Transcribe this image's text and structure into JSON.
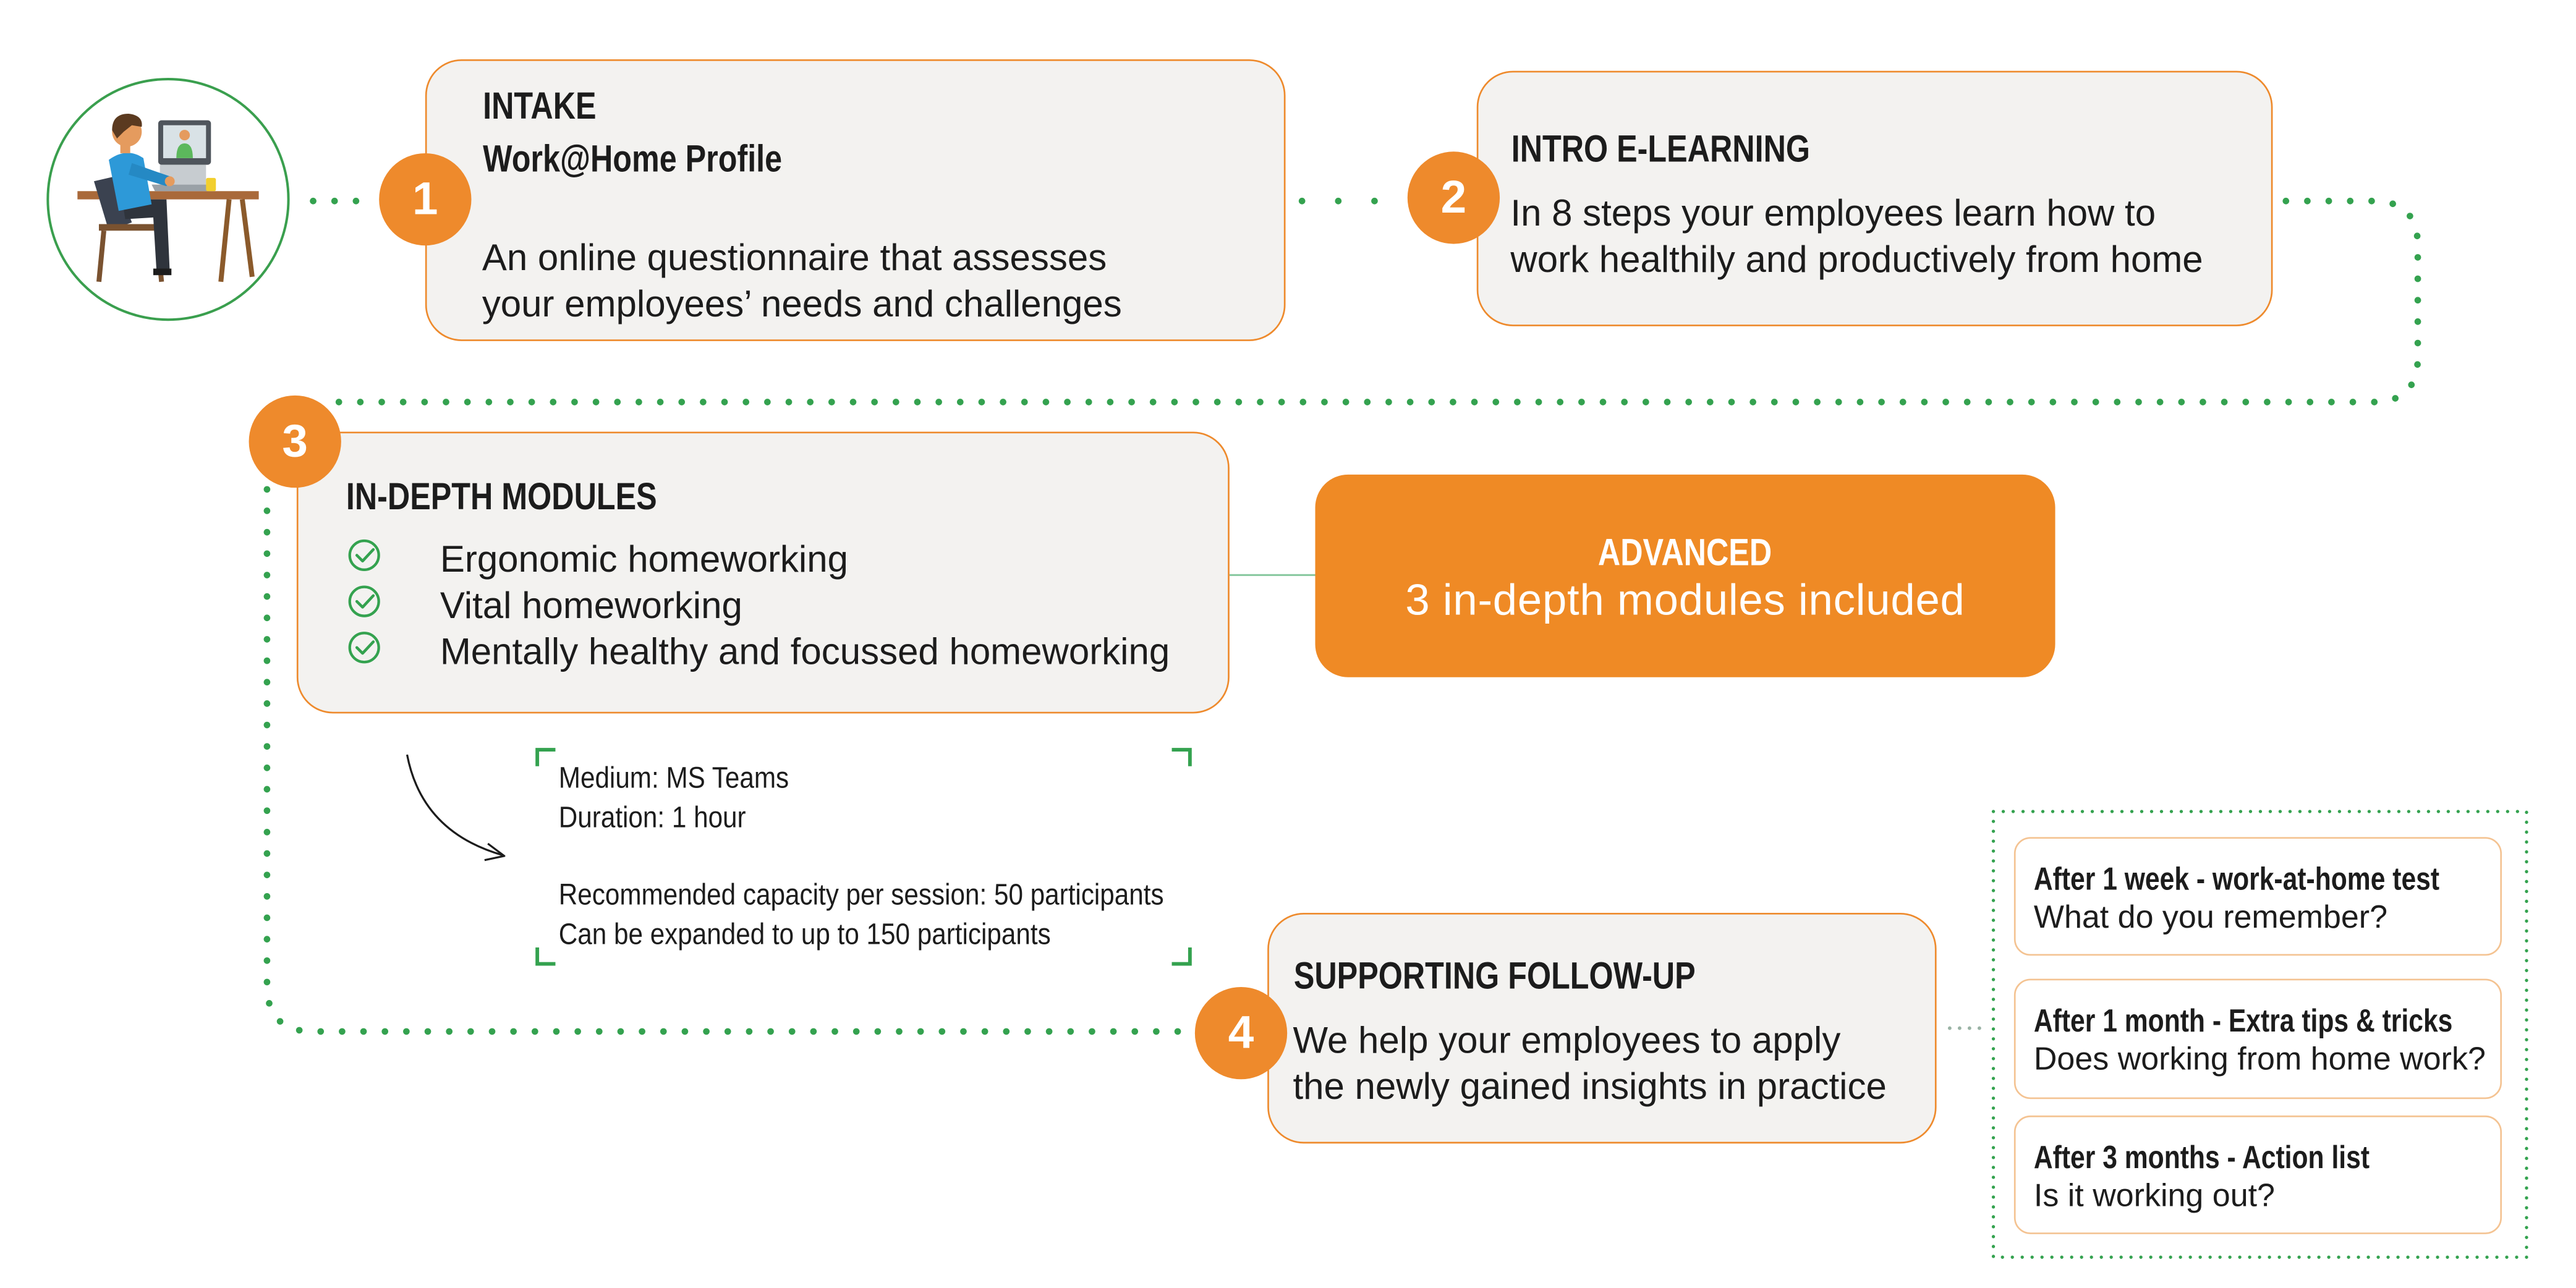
{
  "steps": [
    {
      "number": "1",
      "heading": "INTAKE",
      "subheading": "Work@Home Profile",
      "body": [
        "An online questionnaire that assesses",
        "your employees’ needs and challenges"
      ]
    },
    {
      "number": "2",
      "heading": "INTRO E-LEARNING",
      "body": [
        "In 8 steps your employees learn how to",
        "work healthily and productively from home"
      ]
    },
    {
      "number": "3",
      "heading": "IN-DEPTH MODULES",
      "modules": [
        "Ergonomic homeworking",
        "Vital homeworking",
        "Mentally healthy and focussed homeworking"
      ]
    },
    {
      "number": "4",
      "heading": "SUPPORTING FOLLOW-UP",
      "body": [
        "We help your employees to apply",
        "the newly gained insights in practice"
      ]
    }
  ],
  "advanced": {
    "title": "ADVANCED",
    "subtitle": "3 in-depth modules included"
  },
  "session_details": {
    "lines": [
      "Medium: MS Teams",
      "Duration: 1 hour",
      "Recommended capacity per session: 50 participants",
      "Can be expanded to up to 150 participants"
    ]
  },
  "follow_up": [
    {
      "title": "After 1 week - work-at-home test",
      "question": "What do you remember?"
    },
    {
      "title": "After 1 month - Extra tips & tricks",
      "question": "Does working from home work?"
    },
    {
      "title": "After 3 months - Action list",
      "question": "Is it working out?"
    }
  ],
  "icons": {
    "illustration": "worker-at-desk-icon",
    "module_check": "check-circle-icon",
    "session_arrow": "curved-arrow-icon"
  },
  "colors": {
    "accent_orange": "#ee8a2c",
    "box_fill": "#f3f2f0",
    "connector_green": "#34a24f",
    "text": "#1c1c1c"
  }
}
